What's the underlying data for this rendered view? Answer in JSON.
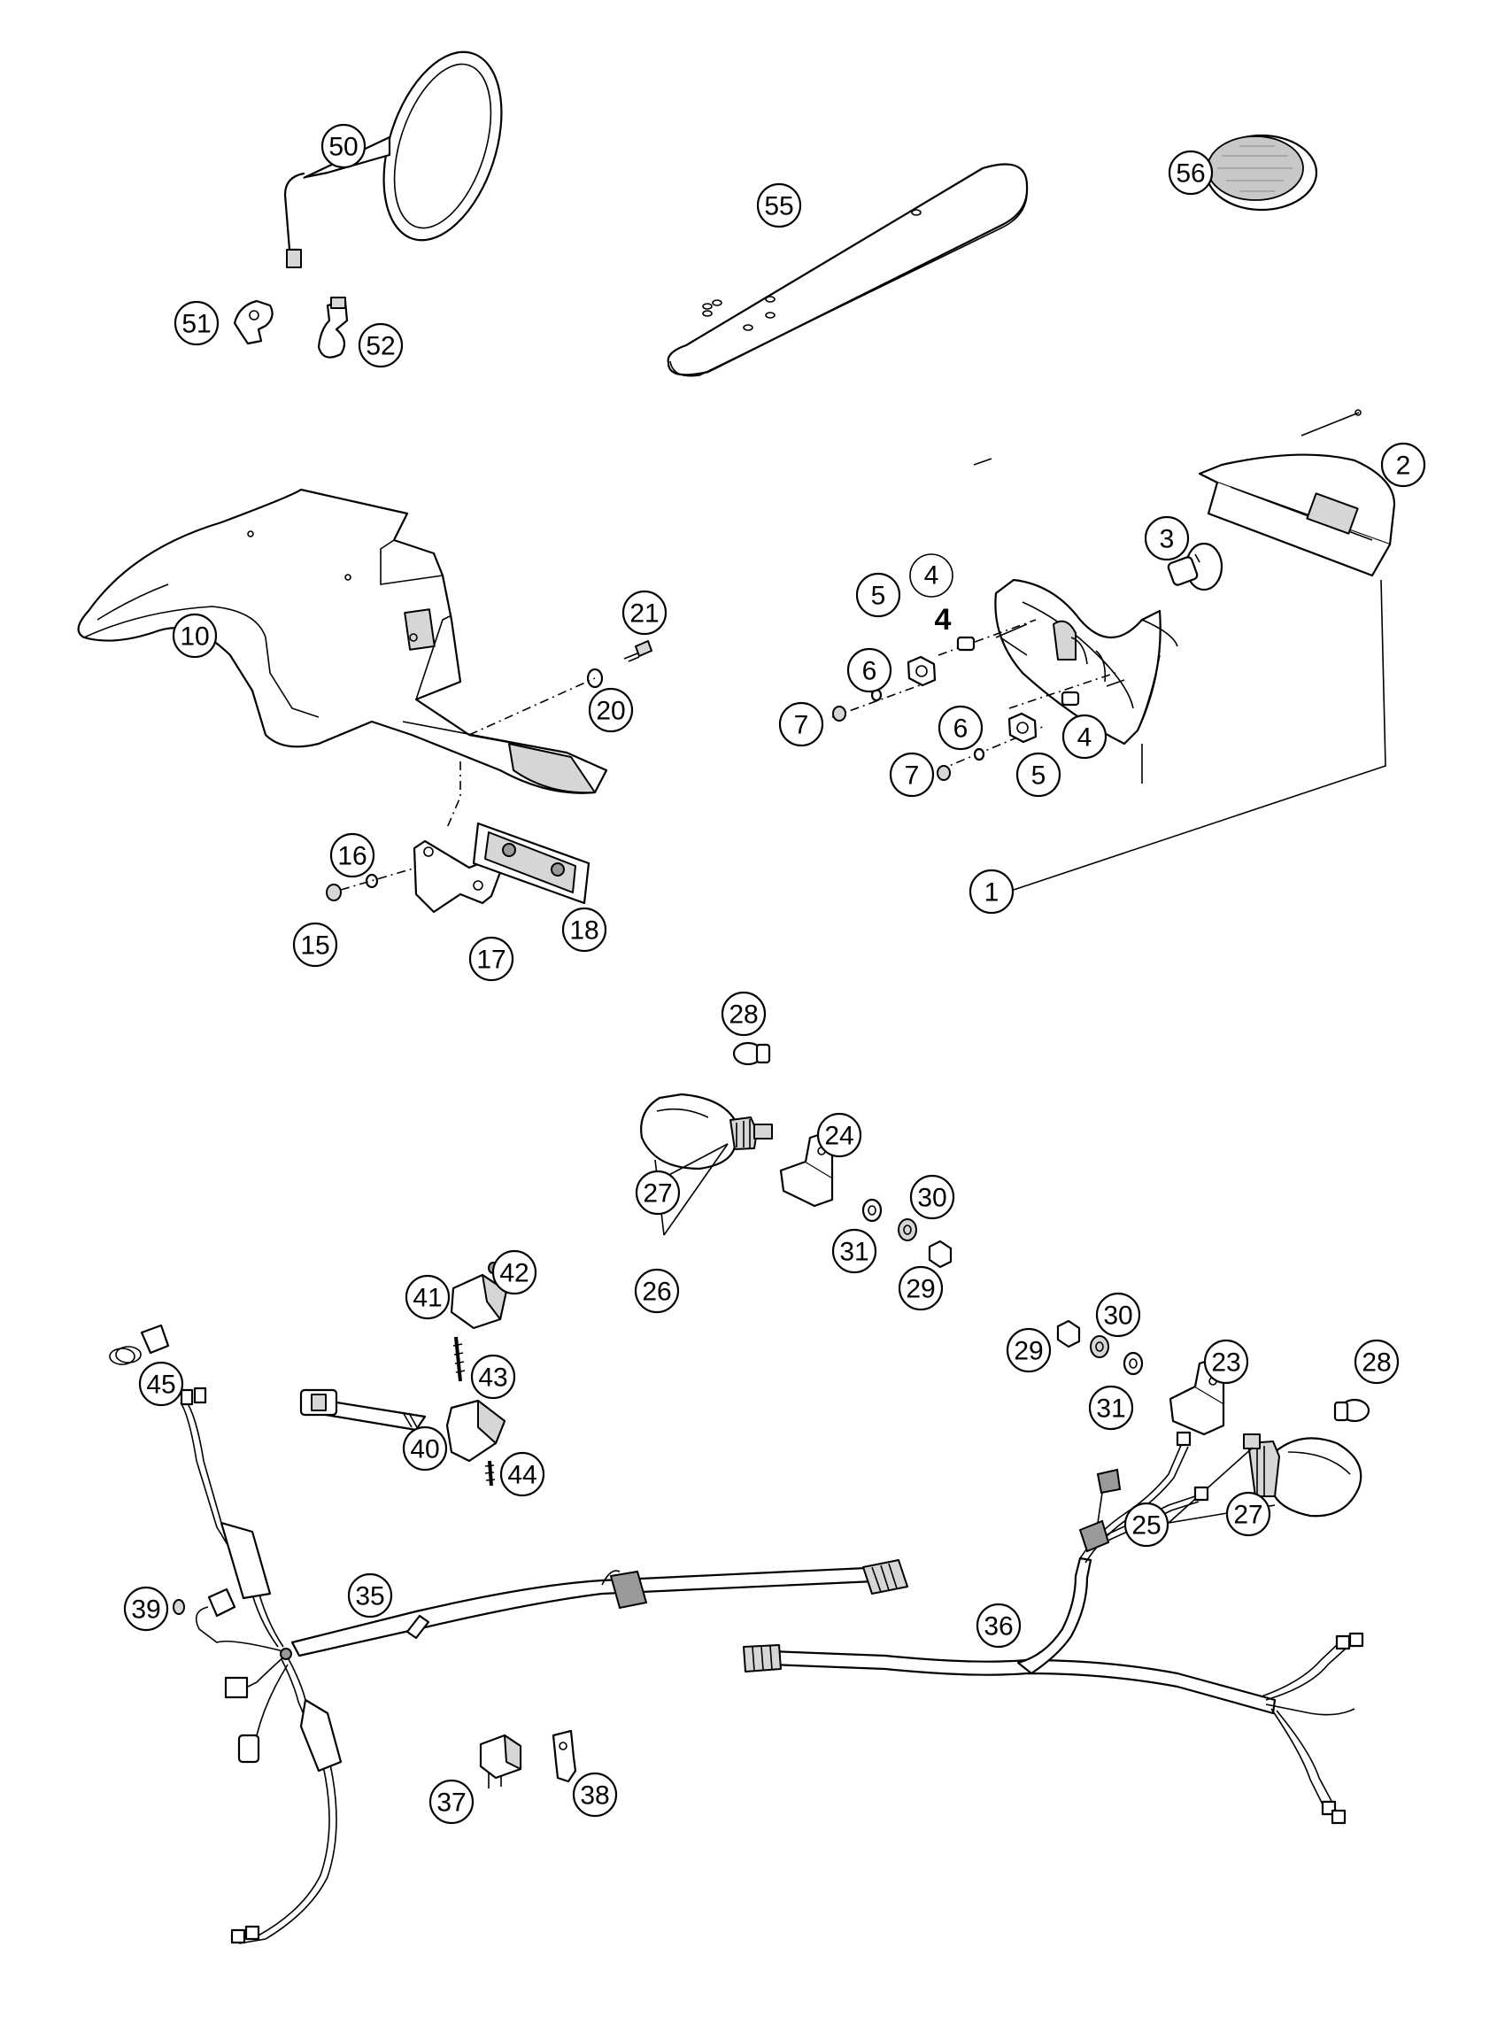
{
  "callouts": [
    {
      "id": "c50",
      "label": "50"
    },
    {
      "id": "c51",
      "label": "51"
    },
    {
      "id": "c52",
      "label": "52"
    },
    {
      "id": "c55",
      "label": "55"
    },
    {
      "id": "c56",
      "label": "56"
    },
    {
      "id": "c2",
      "label": "2"
    },
    {
      "id": "c3",
      "label": "3"
    },
    {
      "id": "c5a",
      "label": "5"
    },
    {
      "id": "c6a",
      "label": "6"
    },
    {
      "id": "c7a",
      "label": "7"
    },
    {
      "id": "c6b",
      "label": "6"
    },
    {
      "id": "c5b",
      "label": "5"
    },
    {
      "id": "c4b",
      "label": "4"
    },
    {
      "id": "c7b",
      "label": "7"
    },
    {
      "id": "c1",
      "label": "1"
    },
    {
      "id": "c10",
      "label": "10"
    },
    {
      "id": "c21",
      "label": "21"
    },
    {
      "id": "c20",
      "label": "20"
    },
    {
      "id": "c16",
      "label": "16"
    },
    {
      "id": "c15",
      "label": "15"
    },
    {
      "id": "c17",
      "label": "17"
    },
    {
      "id": "c18",
      "label": "18"
    },
    {
      "id": "c28a",
      "label": "28"
    },
    {
      "id": "c24",
      "label": "24"
    },
    {
      "id": "c27a",
      "label": "27"
    },
    {
      "id": "c30a",
      "label": "30"
    },
    {
      "id": "c31a",
      "label": "31"
    },
    {
      "id": "c26",
      "label": "26"
    },
    {
      "id": "c29a",
      "label": "29"
    },
    {
      "id": "c41",
      "label": "41"
    },
    {
      "id": "c42",
      "label": "42"
    },
    {
      "id": "c43",
      "label": "43"
    },
    {
      "id": "c40",
      "label": "40"
    },
    {
      "id": "c44",
      "label": "44"
    },
    {
      "id": "c45",
      "label": "45"
    },
    {
      "id": "c30b",
      "label": "30"
    },
    {
      "id": "c29b",
      "label": "29"
    },
    {
      "id": "c23",
      "label": "23"
    },
    {
      "id": "c28b",
      "label": "28"
    },
    {
      "id": "c31b",
      "label": "31"
    },
    {
      "id": "c27b",
      "label": "27"
    },
    {
      "id": "c25",
      "label": "25"
    },
    {
      "id": "c39",
      "label": "39"
    },
    {
      "id": "c35",
      "label": "35"
    },
    {
      "id": "c36",
      "label": "36"
    },
    {
      "id": "c37",
      "label": "37"
    },
    {
      "id": "c38",
      "label": "38"
    }
  ],
  "plain_labels": {
    "label_4_top": "4",
    "label_4_bold": "4"
  }
}
